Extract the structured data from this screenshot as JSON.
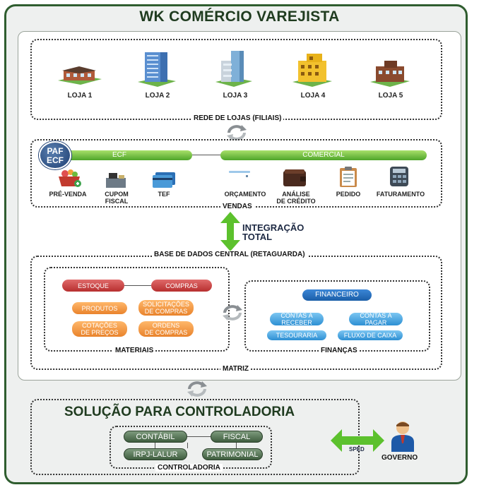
{
  "title": "WK COMÉRCIO VAREJISTA",
  "stores": {
    "caption": "REDE DE LOJAS (FILIAIS)",
    "items": [
      {
        "label": "LOJA 1",
        "icon": "house-building-icon"
      },
      {
        "label": "LOJA 2",
        "icon": "office-tower-icon"
      },
      {
        "label": "LOJA 3",
        "icon": "glass-tower-icon"
      },
      {
        "label": "LOJA 4",
        "icon": "yellow-building-icon"
      },
      {
        "label": "LOJA 5",
        "icon": "brick-building-icon"
      }
    ]
  },
  "sales": {
    "caption": "VENDAS",
    "badge_top": "PAF",
    "badge_bottom": "ECF",
    "ecf_bar": "ECF",
    "commercial_bar": "COMERCIAL",
    "items": [
      {
        "label": "PRÉ-VENDA",
        "icon": "shopping-basket-icon"
      },
      {
        "label": "CUPOM\nFISCAL",
        "icon": "cash-register-icon"
      },
      {
        "label": "TEF",
        "icon": "credit-card-icon"
      },
      {
        "label": "ORÇAMENTO",
        "icon": "calculator-paper-icon"
      },
      {
        "label": "ANÁLISE\nDE CRÉDITO",
        "icon": "wallet-icon"
      },
      {
        "label": "PEDIDO",
        "icon": "clipboard-icon"
      },
      {
        "label": "FATURAMENTO",
        "icon": "calculator-icon"
      }
    ]
  },
  "integration": {
    "line1": "INTEGRAÇÃO",
    "line2": "TOTAL"
  },
  "central": {
    "caption": "BASE DE DADOS CENTRAL (RETAGUARDA)",
    "matrix_caption": "MATRIZ",
    "materials": {
      "caption": "MATERIAIS",
      "estoque": "ESTOQUE",
      "compras": "COMPRAS",
      "produtos": "PRODUTOS",
      "solicitacoes": "SOLICITAÇÕES\nDE COMPRAS",
      "cotacoes": "COTAÇÕES\nDE PREÇOS",
      "ordens": "ORDENS\nDE COMPRAS"
    },
    "finance": {
      "caption": "FINANÇAS",
      "financeiro": "FINANCEIRO",
      "receber": "CONTAS À\nRECEBER",
      "pagar": "CONTAS À\nPAGAR",
      "tesouraria": "TESOURARIA",
      "fluxo": "FLUXO DE CAIXA"
    }
  },
  "controller": {
    "title": "SOLUÇÃO PARA CONTROLADORIA",
    "caption": "CONTROLADORIA",
    "contabil": "CONTÁBIL",
    "fiscal": "FISCAL",
    "irpj": "IRPJ-LALUR",
    "patrimonial": "PATRIMONIAL"
  },
  "sped": "SPED",
  "governo": "GOVERNO",
  "colors": {
    "frame": "#2f5d2f",
    "green_bar": "#4ea52a",
    "arrow": "#5cc12d"
  }
}
